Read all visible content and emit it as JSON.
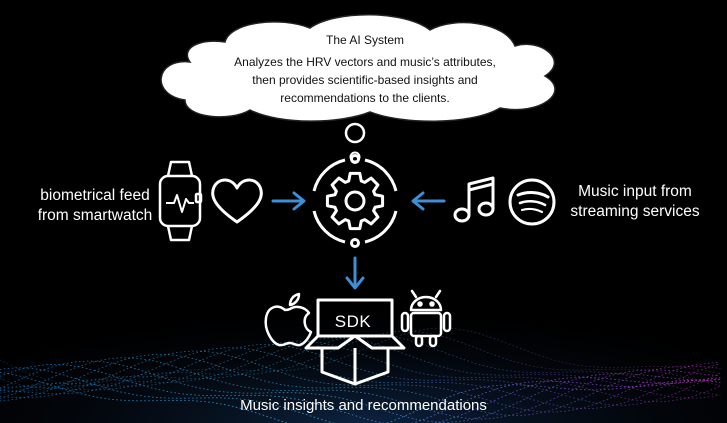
{
  "cloud": {
    "title": "The AI System",
    "lines": [
      "Analyzes the HRV vectors and music’s attributes,",
      "then provides scientific-based insights and",
      "recommendations to the clients."
    ]
  },
  "left_label": [
    "biometrical feed",
    "from smartwatch"
  ],
  "right_label": [
    "Music input from",
    "streaming services"
  ],
  "sdk_label": "SDK",
  "bottom_label": "Music insights and recommendations",
  "icons": [
    "smartwatch-icon",
    "heart-icon",
    "gear-icon",
    "music-note-icon",
    "spotify-icon",
    "apple-icon",
    "android-icon",
    "box-icon"
  ],
  "colors": {
    "arrow": "#3d8fd6",
    "background": "#000000",
    "wave_start": "#1a7fd4",
    "wave_end": "#c43cc6"
  }
}
